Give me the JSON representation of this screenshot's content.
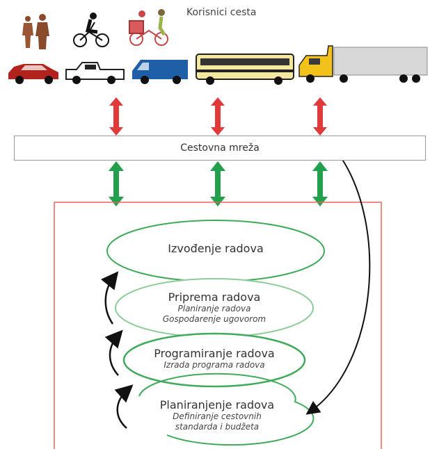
{
  "users_title": "Korisnici cesta",
  "network_label": "Cestovna mreža",
  "stages": [
    {
      "title": "Izvođenje radova",
      "lines": []
    },
    {
      "title": "Priprema radova",
      "lines": [
        "Planiranje radova",
        "Gospodarenje ugovorom"
      ]
    },
    {
      "title": "Programiranje radova",
      "lines": [
        "Izrada programa radova"
      ]
    },
    {
      "title": "Planiranjenje radova",
      "lines": [
        "Definiranje cestovnih",
        "standarda i budžeta"
      ]
    }
  ],
  "colors": {
    "red_arrow": "#e03a3a",
    "green_arrow": "#22a04b",
    "frame": "#e8655a",
    "ellipse": "#3faa5a"
  }
}
